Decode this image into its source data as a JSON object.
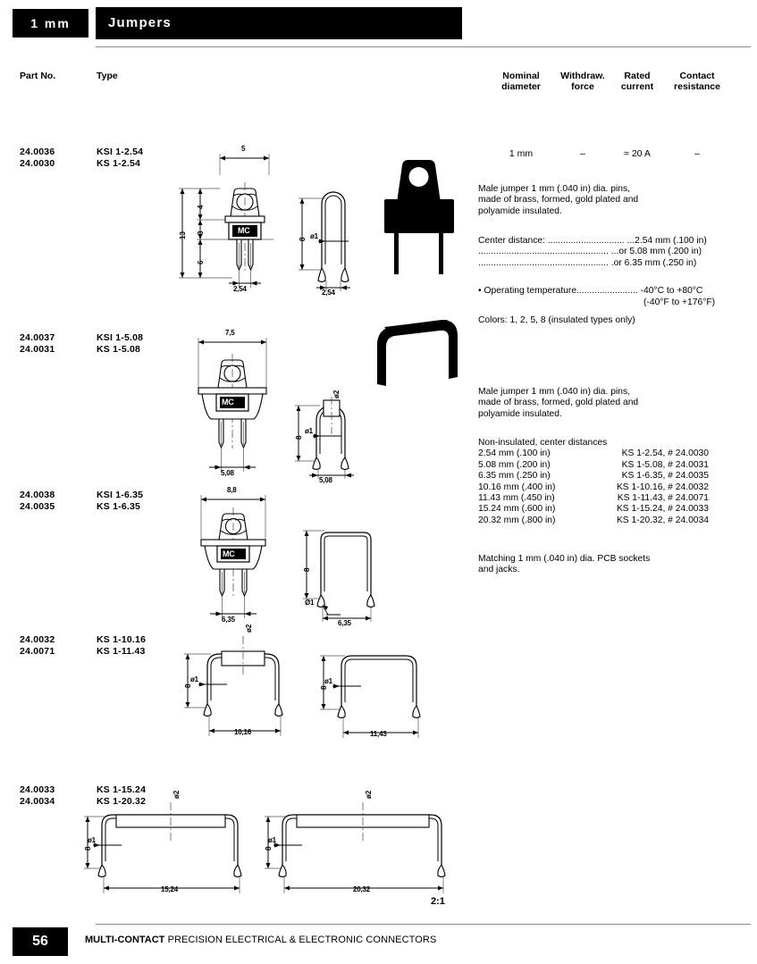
{
  "header": {
    "size_tag": "1 mm",
    "title": "Jumpers"
  },
  "columns": {
    "part_no": "Part No.",
    "type": "Type",
    "nominal_diameter": "Nominal\ndiameter",
    "withdraw_force": "Withdraw.\nforce",
    "rated_current": "Rated\ncurrent",
    "contact_resistance": "Contact\nresistance"
  },
  "specs": {
    "nominal_diameter": "1 mm",
    "withdraw_force": "–",
    "rated_current": "≈ 20 A",
    "contact_resistance": "–"
  },
  "rows": [
    {
      "part_numbers": [
        "24.0036",
        "24.0030"
      ],
      "types": [
        "KSI 1-2.54",
        "KS 1-2.54"
      ],
      "dims": {
        "width": "5",
        "total_height": "13",
        "seg_a": "4",
        "seg_b": "3",
        "seg_c": "6",
        "pitch": "2,54",
        "side_height": "8",
        "pin_dia": "ø1",
        "side_pitch": "2,54"
      }
    },
    {
      "part_numbers": [
        "24.0037",
        "24.0031"
      ],
      "types": [
        "KSI 1-5.08",
        "KS 1-5.08"
      ],
      "dims": {
        "width": "7,5",
        "pitch": "5,08",
        "side_height": "8",
        "pin_dia": "ø1",
        "bar_dia": "ø2",
        "side_pitch": "5,08"
      }
    },
    {
      "part_numbers": [
        "24.0038",
        "24.0035"
      ],
      "types": [
        "KSI 1-6.35",
        "KS 1-6.35"
      ],
      "dims": {
        "width": "8,8",
        "pitch": "6,35",
        "side_height": "8",
        "pin_dia": "Ø1",
        "side_pitch": "6,35"
      }
    },
    {
      "part_numbers": [
        "24.0032",
        "24.0071"
      ],
      "types": [
        "KS 1-10.16",
        "KS 1-11.43"
      ],
      "dims": {
        "span_left": "10,16",
        "span_right": "11,43",
        "height": "8",
        "pin_dia": "ø1",
        "bar_dia": "ø2"
      }
    },
    {
      "part_numbers": [
        "24.0033",
        "24.0034"
      ],
      "types": [
        "KS 1-15.24",
        "KS 1-20.32"
      ],
      "dims": {
        "span_left": "15,24",
        "span_right": "20,32",
        "height": "8",
        "pin_dia": "ø1",
        "bar_dia": "ø2"
      }
    }
  ],
  "text_blocks": {
    "desc_insulated": "Male jumper 1 mm (.040 in) dia. pins,\nmade of brass, formed, gold plated and\npolyamide insulated.",
    "center_distance_1": "Center distance: .............................. ...2.54 mm (.100 in)",
    "center_distance_2": "................................................... ...or 5.08 mm (.200 in)",
    "center_distance_3": "................................................... .or 6.35 mm (.250 in)",
    "operating_temp": "• Operating temperature........................ -40°C to +80°C",
    "operating_temp_f": "(-40°F to +176°F)",
    "colors": "Colors: 1, 2, 5, 8 (insulated types only)",
    "desc_noninsulated": "Male jumper 1 mm (.040 in) dia. pins,\nmade of brass, formed, gold plated and\npolyamide insulated.",
    "noninsulated_heading": "Non-insulated, center distances",
    "matching": "Matching 1 mm (.040 in) dia. PCB sockets\nand jacks."
  },
  "noninsulated_table": [
    {
      "distance": "2.54 mm (.100 in)",
      "type": "KS 1-2.54, # 24.0030"
    },
    {
      "distance": "5.08 mm (.200 in)",
      "type": "KS 1-5.08, # 24.0031"
    },
    {
      "distance": "6.35 mm (.250 in)",
      "type": "KS 1-6.35, # 24.0035"
    },
    {
      "distance": "10.16 mm (.400 in)",
      "type": "KS 1-10.16, # 24.0032"
    },
    {
      "distance": "11.43 mm (.450 in)",
      "type": "KS 1-11.43, # 24.0071"
    },
    {
      "distance": "15.24 mm (.600 in)",
      "type": "KS 1-15.24, # 24.0033"
    },
    {
      "distance": "20.32 mm (.800 in)",
      "type": "KS 1-20.32, # 24.0034"
    }
  ],
  "drawing_labels": {
    "mc_body": "MC"
  },
  "footer": {
    "scale": "2:1",
    "page_number": "56",
    "brand": "MULTI-CONTACT",
    "tagline": "PRECISION ELECTRICAL & ELECTRONIC CONNECTORS"
  }
}
